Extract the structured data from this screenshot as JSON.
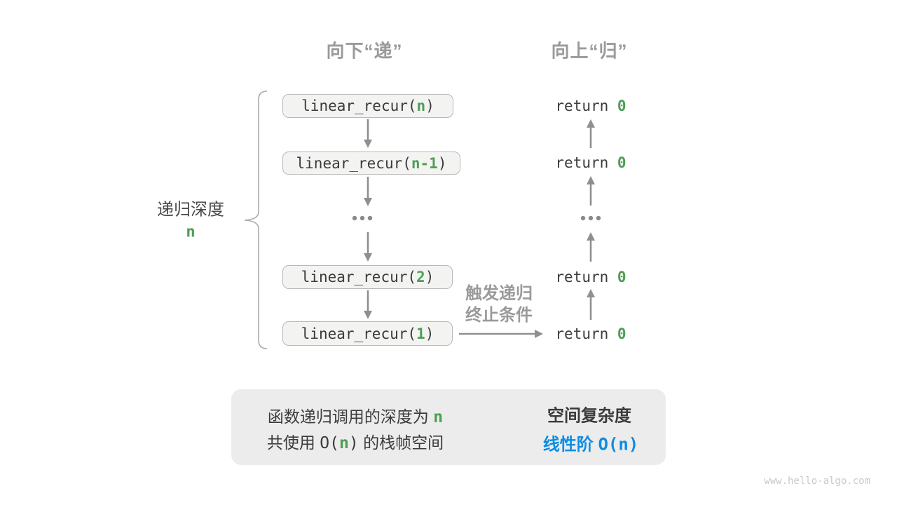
{
  "colors": {
    "label-gray": "#9a9a9a",
    "text-dark": "#3b3b3b",
    "depth-gray": "#4a4a4a",
    "green": "#4f9e53",
    "blue": "#0d8de4",
    "box-fill": "#f3f3f2",
    "box-border": "#b9b9b9",
    "arrow-gray": "#8f8f8f",
    "summary-bg": "#ececec",
    "watermark-gray": "#c9c9c9",
    "block-arrow": "#c6c6c6"
  },
  "headers": {
    "down": "向下“递”",
    "up": "向上“归”"
  },
  "depth_label": {
    "text": "递归深度",
    "value": "n"
  },
  "call_stack": {
    "boxes": [
      {
        "pre": "linear_recur(",
        "arg": "n",
        "post": ")"
      },
      {
        "pre": "linear_recur(",
        "arg": "n-1",
        "post": ")"
      },
      {
        "pre": "linear_recur(",
        "arg": "2",
        "post": ")"
      },
      {
        "pre": "linear_recur(",
        "arg": "1",
        "post": ")"
      }
    ]
  },
  "returns": [
    {
      "pre": "return ",
      "val": "0"
    },
    {
      "pre": "return ",
      "val": "0"
    },
    {
      "pre": "return ",
      "val": "0"
    },
    {
      "pre": "return ",
      "val": "0"
    }
  ],
  "termination_label": {
    "line1": "触发递归",
    "line2": "终止条件"
  },
  "summary": {
    "line1_pre": "函数递归调用的深度为 ",
    "line1_green": "n",
    "line2_pre": "共使用 ",
    "line2_code_open": "O(",
    "line2_green": "n",
    "line2_code_close": ")",
    "line2_post": " 的栈帧空间",
    "right_title": "空间复杂度",
    "right_label": "线性阶 ",
    "right_code": "O(n)"
  },
  "watermark": "www.hello-algo.com"
}
